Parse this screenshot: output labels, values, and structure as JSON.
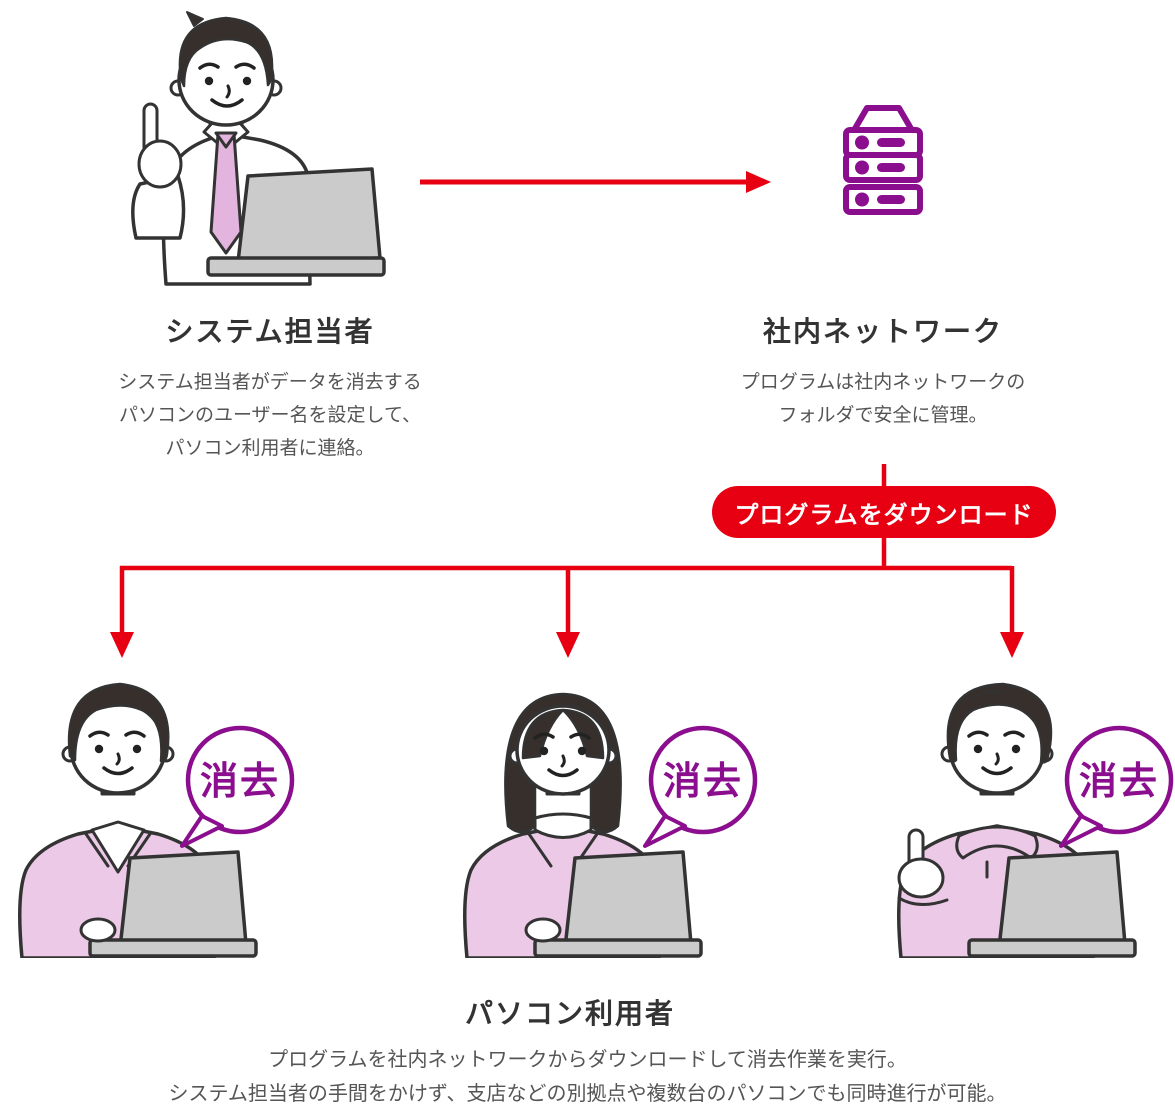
{
  "colors": {
    "flow_red": "#E60012",
    "network_purple": "#8B0E8E",
    "clothing_pink": "#ECC9E6",
    "tie_pink": "#E3B5DE",
    "laptop_gray": "#CBCBCB",
    "outline": "#333333",
    "hair": "#372F2B",
    "title_text": "#333333",
    "body_text": "#555555"
  },
  "admin": {
    "title": "システム担当者",
    "illustration": "man-pointing-up-at-laptop",
    "lines": [
      "システム担当者がデータを消去する",
      "パソコンのユーザー名を設定して、",
      "パソコン利用者に連絡。"
    ]
  },
  "network": {
    "title": "社内ネットワーク",
    "icon": "server-icon",
    "lines": [
      "プログラムは社内ネットワークの",
      "フォルダで安全に管理。"
    ]
  },
  "badge": {
    "label": "プログラムをダウンロード"
  },
  "flow": {
    "arrow_admin_to_network": "arrow-right-icon",
    "branch_arrows": "three-arrows-down"
  },
  "users": {
    "title": "パソコン利用者",
    "lines": [
      "プログラムを社内ネットワークからダウンロードして消去作業を実行。",
      "システム担当者の手間をかけず、支店などの別拠点や複数台のパソコンでも同時進行が可能。"
    ],
    "members": [
      {
        "illustration": "man-at-laptop",
        "bubble": "消去"
      },
      {
        "illustration": "woman-at-laptop",
        "bubble": "消去"
      },
      {
        "illustration": "man-thumbs-up-at-laptop",
        "bubble": "消去"
      }
    ]
  }
}
